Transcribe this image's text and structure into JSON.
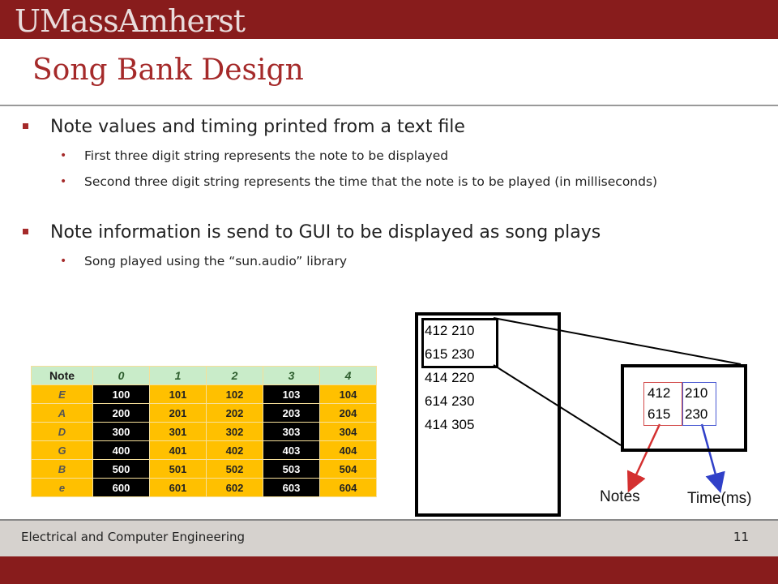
{
  "header": {
    "logo": "UMassAmherst"
  },
  "slide": {
    "title": "Song Bank Design",
    "bullets": [
      {
        "text": "Note values and timing printed from a text file",
        "sub": [
          "First three digit string represents the note to be displayed",
          "Second three digit string represents the time that the note is to be played (in milliseconds)"
        ]
      },
      {
        "text": "Note information is send to GUI to be displayed as song plays",
        "sub": [
          "Song played using the “sun.audio” library"
        ]
      }
    ]
  },
  "note_table": {
    "header": [
      "Note",
      "0",
      "1",
      "2",
      "3",
      "4"
    ],
    "rows": [
      {
        "label": "E",
        "values": [
          "100",
          "101",
          "102",
          "103",
          "104"
        ]
      },
      {
        "label": "A",
        "values": [
          "200",
          "201",
          "202",
          "203",
          "204"
        ]
      },
      {
        "label": "D",
        "values": [
          "300",
          "301",
          "302",
          "303",
          "304"
        ]
      },
      {
        "label": "G",
        "values": [
          "400",
          "401",
          "402",
          "403",
          "404"
        ]
      },
      {
        "label": "B",
        "values": [
          "500",
          "501",
          "502",
          "503",
          "504"
        ]
      },
      {
        "label": "e",
        "values": [
          "600",
          "601",
          "602",
          "603",
          "604"
        ]
      }
    ],
    "colors": {
      "header_bg": "#c9ecc9",
      "dark_cell": "#000000",
      "gold_cell": "#ffc000"
    }
  },
  "text_file": {
    "lines": [
      "412 210",
      "615 230",
      "414 220",
      "614 230",
      "414 305"
    ]
  },
  "zoom": {
    "notes": [
      "412",
      "615"
    ],
    "times": [
      "210",
      "230"
    ],
    "notes_label": "Notes",
    "time_label": "Time(ms)",
    "colors": {
      "notes_arrow": "#d43030",
      "time_arrow": "#3040c8"
    }
  },
  "footer": {
    "department": "Electrical and Computer Engineering",
    "page": "11"
  },
  "colors": {
    "brand": "#881c1c",
    "title": "#a52a2a"
  }
}
